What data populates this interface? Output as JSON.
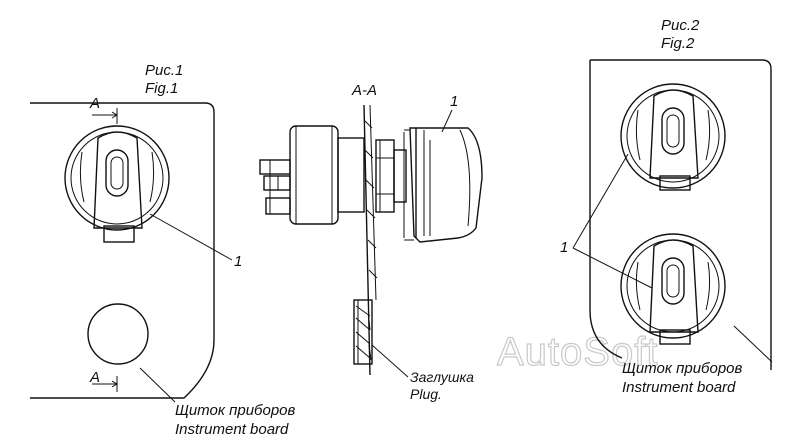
{
  "figure1": {
    "caption_ru": "Рис.1",
    "caption_en": "Fig.1",
    "section_mark_top": "A",
    "section_mark_bottom": "A",
    "callout": "1",
    "panel_label_ru": "Щиток приборов",
    "panel_label_en": "Instrument board"
  },
  "section": {
    "title": "A-A",
    "callout": "1",
    "plug_ru": "Заглушка",
    "plug_en": "Plug."
  },
  "figure2": {
    "caption_ru": "Рис.2",
    "caption_en": "Fig.2",
    "callout": "1",
    "panel_label_ru": "Щиток приборов",
    "panel_label_en": "Instrument board"
  },
  "watermark": "AutoSoft"
}
